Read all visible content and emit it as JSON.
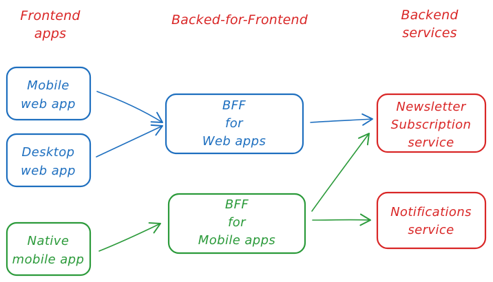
{
  "headers": {
    "frontend": [
      "Frontend",
      "apps"
    ],
    "bff": [
      "Backed-for-Frontend"
    ],
    "backend": [
      "Backend",
      "services"
    ]
  },
  "nodes": {
    "mobile_web": [
      "Mobile",
      "web app"
    ],
    "desktop_web": [
      "Desktop",
      "web app"
    ],
    "native_mobile": [
      "Native",
      "mobile app"
    ],
    "bff_web": [
      "BFF",
      "for",
      "Web apps"
    ],
    "bff_mobile": [
      "BFF",
      "for",
      "Mobile apps"
    ],
    "newsletter": [
      "Newsletter",
      "Subscription",
      "service"
    ],
    "notifications": [
      "Notifications",
      "service"
    ]
  },
  "edges": [
    {
      "from": "mobile_web",
      "to": "bff_web"
    },
    {
      "from": "desktop_web",
      "to": "bff_web"
    },
    {
      "from": "native_mobile",
      "to": "bff_mobile"
    },
    {
      "from": "bff_web",
      "to": "newsletter"
    },
    {
      "from": "bff_mobile",
      "to": "newsletter"
    },
    {
      "from": "bff_mobile",
      "to": "notifications"
    }
  ],
  "colors": {
    "blue": "#1e6fbf",
    "green": "#2b9a3a",
    "red": "#d92626"
  }
}
